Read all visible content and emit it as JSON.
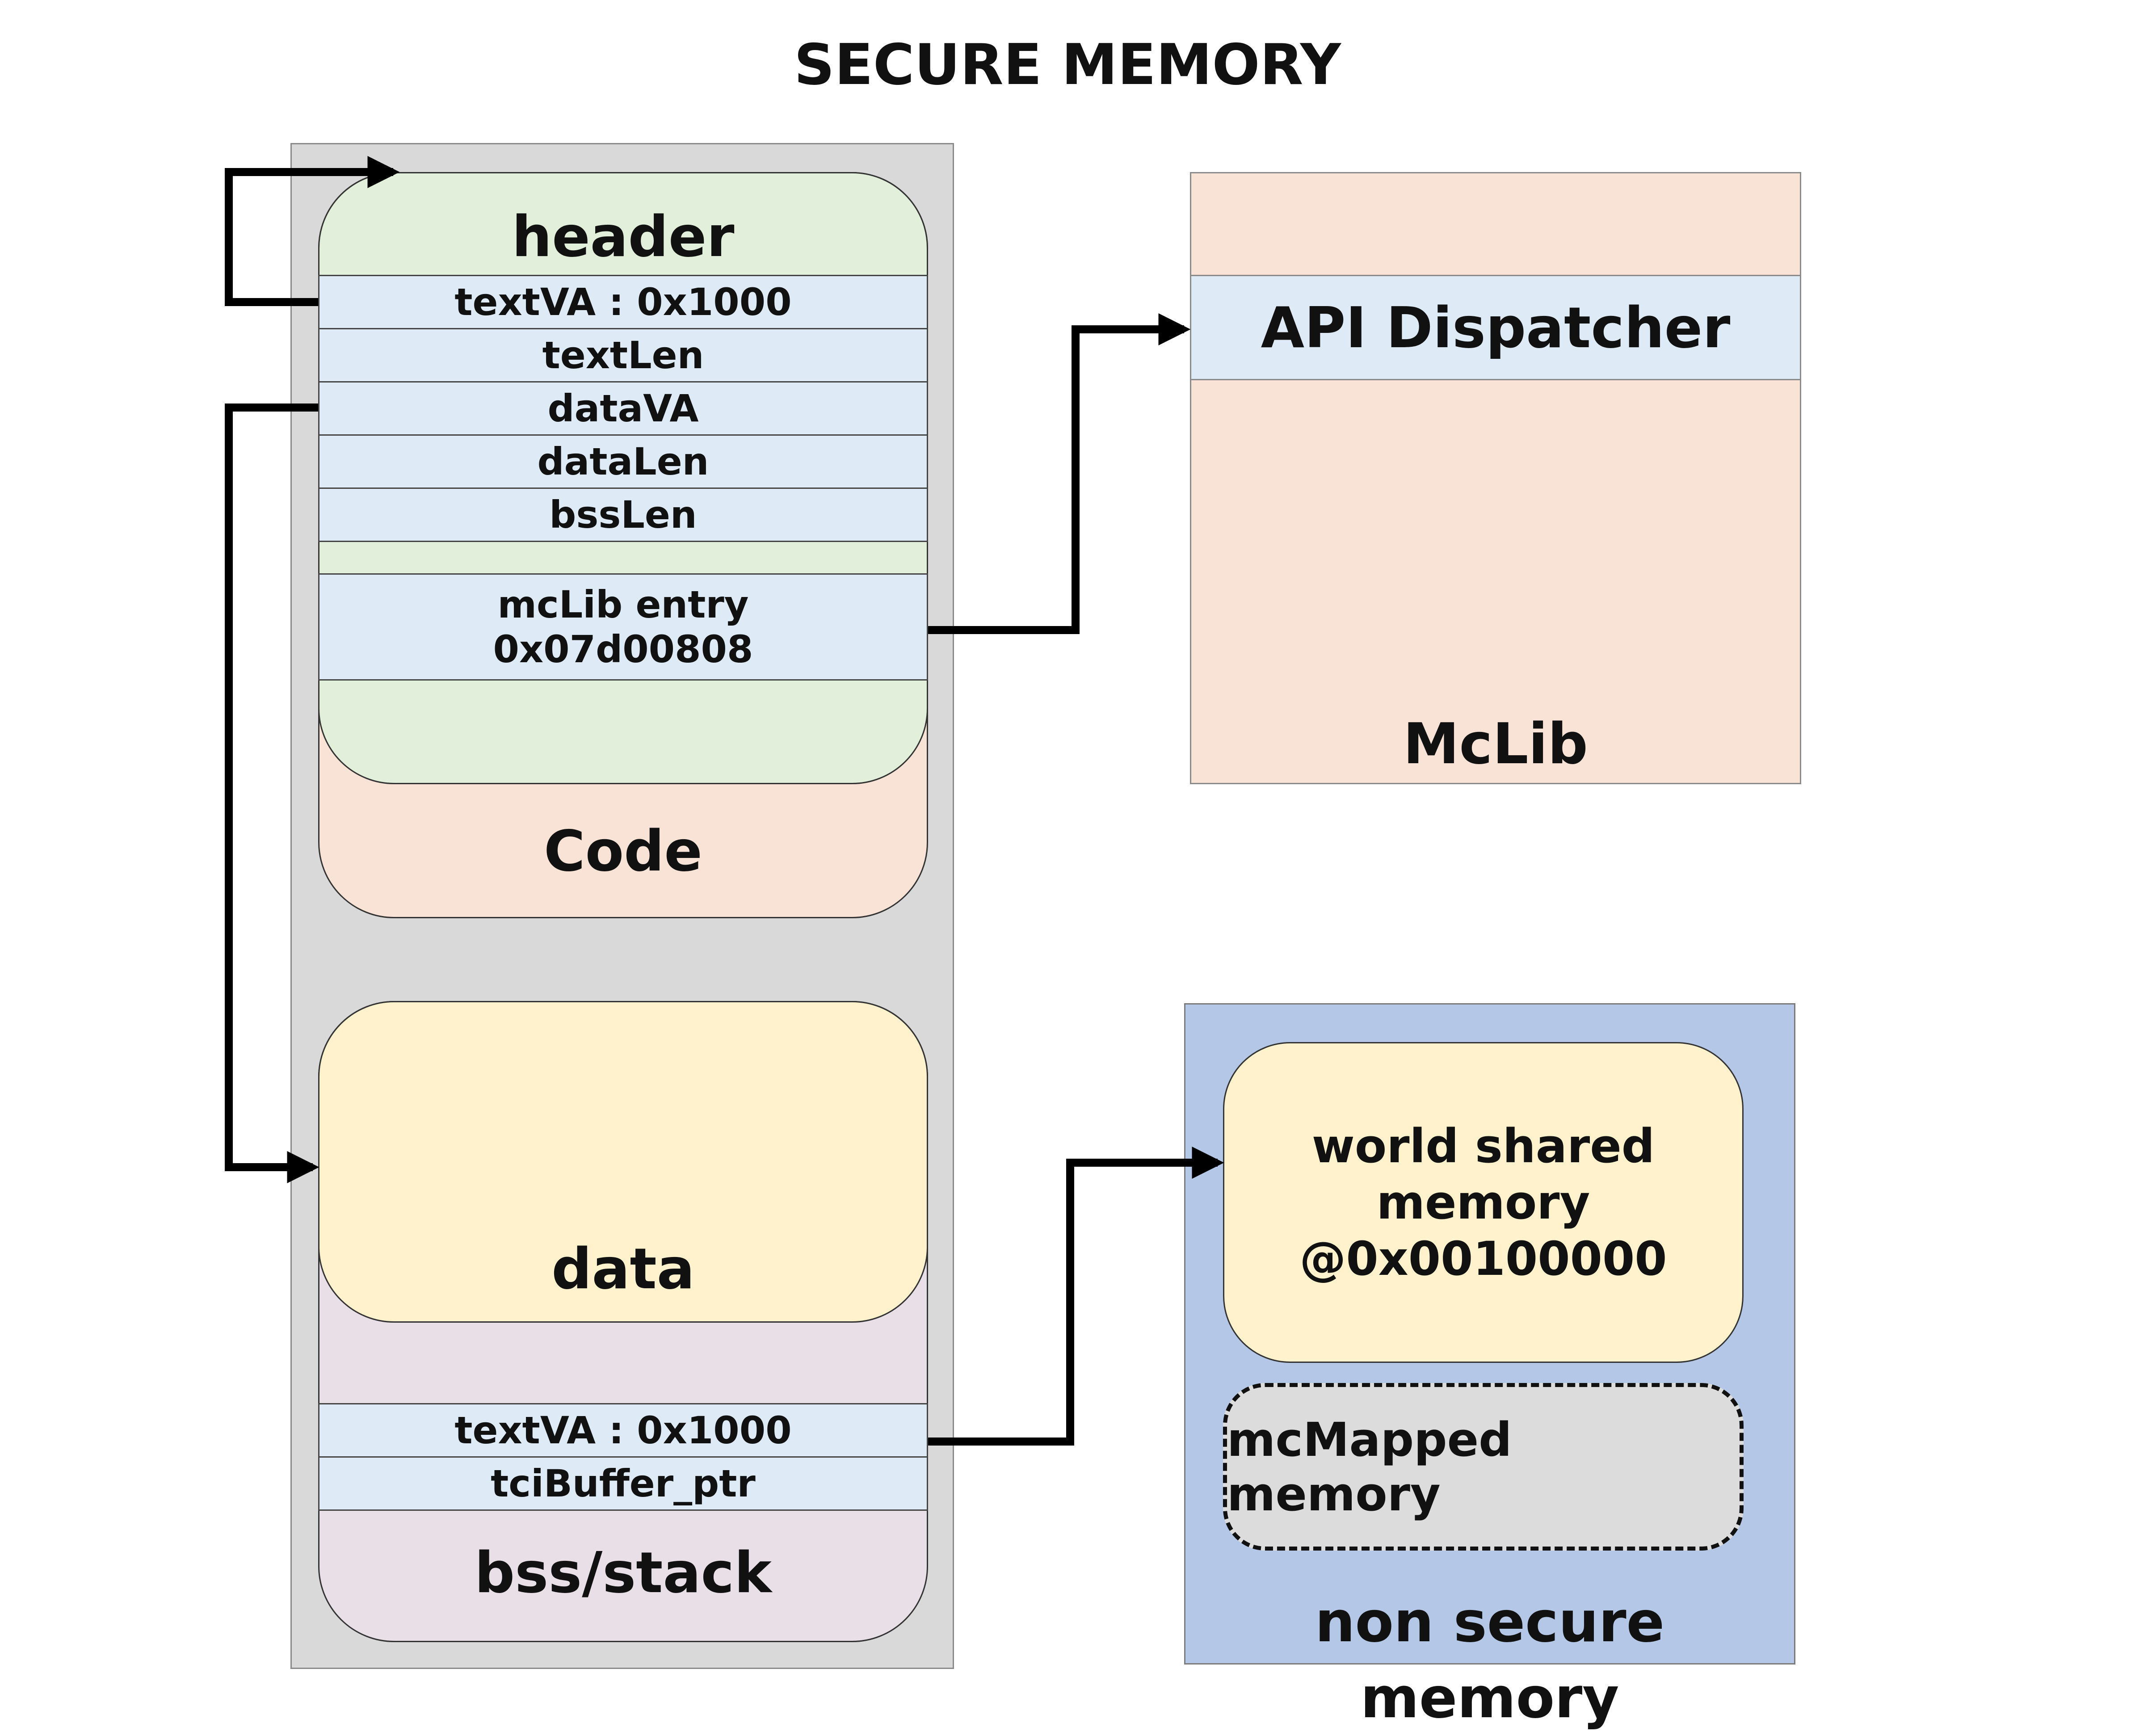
{
  "title": "SECURE MEMORY",
  "secure": {
    "header_label": "header",
    "header_rows": [
      "textVA : 0x1000",
      "textLen",
      "dataVA",
      "dataLen",
      "bssLen"
    ],
    "entry_line1": "mcLib entry",
    "entry_line2": "0x07d00808",
    "code_label": "Code",
    "data_label": "data",
    "bss_rows": [
      "textVA : 0x1000",
      "tciBuffer_ptr"
    ],
    "bss_label": "bss/stack"
  },
  "mclib": {
    "api_label": "API Dispatcher",
    "label": "McLib"
  },
  "nonsecure": {
    "shared_label": "world shared\nmemory\n@0x00100000",
    "mapped_label": "mcMapped memory",
    "label": "non secure memory"
  },
  "colors": {
    "panel_gray": "#d9d9d9",
    "header_green": "#e2efda",
    "code_peach": "#f9e3d6",
    "row_blue": "#deebf7",
    "data_yellow": "#fff2cc",
    "bss_mauve": "#e9dfe7",
    "nonsecure_blue": "#b4c7e7",
    "mapped_gray": "#dcdcdc",
    "arrow": "#000000"
  }
}
